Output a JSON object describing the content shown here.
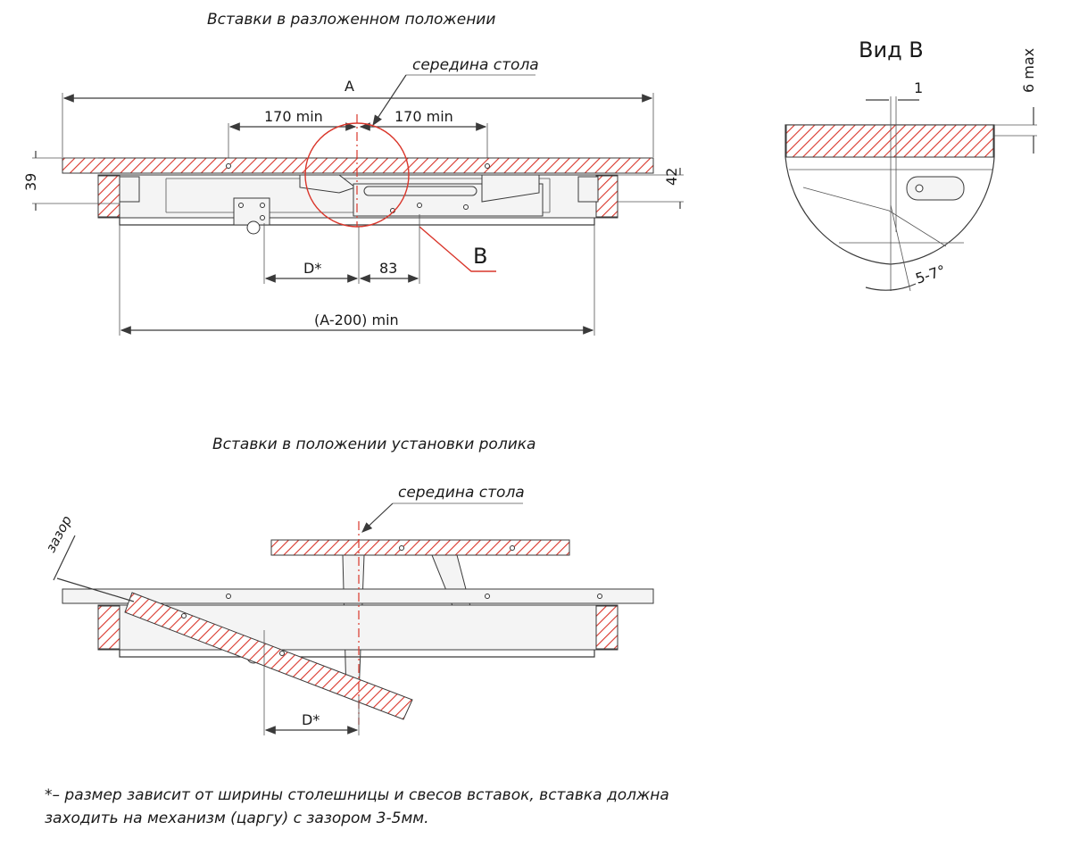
{
  "top": {
    "title": "Вставки в разложенном положении",
    "center_label": "середина стола",
    "dim_A": "A",
    "dim_170_left": "170 min",
    "dim_170_right": "170 min",
    "dim_39": "39",
    "dim_42": "42",
    "dim_D": "D*",
    "dim_83": "83",
    "dim_A200": "(A-200) min",
    "callout_B": "B"
  },
  "view_b": {
    "title": "Вид В",
    "dim_1": "1",
    "dim_6max": "6 max",
    "angle": "5-7°"
  },
  "bottom": {
    "title": "Вставки в положении установки ролика",
    "center_label": "середина стола",
    "gap_label": "зазор",
    "dim_D": "D*"
  },
  "footnote": {
    "line1": "*– размер зависит от ширины столешницы и свесов вставок, вставка должна",
    "line2": "заходить на механизм (царгу) с зазором 3-5мм."
  },
  "colors": {
    "accent": "#d9362b",
    "line": "#3a3a3a"
  }
}
